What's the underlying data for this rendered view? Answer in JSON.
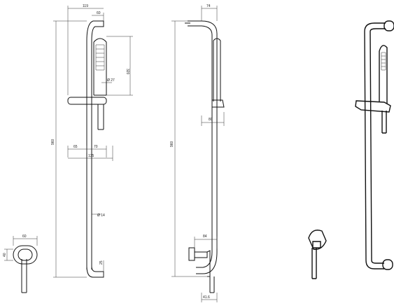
{
  "dimensions": {
    "front_width_119": "119",
    "front_head_offset_60": "60",
    "front_handshower_length_320": "320",
    "front_handshower_dia_27": "Ø 27",
    "front_total_height_960": "960",
    "front_offset_65": "65",
    "front_offset_70": "70",
    "front_width_135": "135",
    "front_bar_dia_14": "Ø 14",
    "front_bottom_25": "25",
    "side_top_74": "74",
    "side_height_960": "960",
    "side_depth_80": "80",
    "side_elbow_84": "84",
    "side_bottom_41_6": "41.6",
    "outlet_width_60": "60",
    "outlet_height_40": "40"
  }
}
